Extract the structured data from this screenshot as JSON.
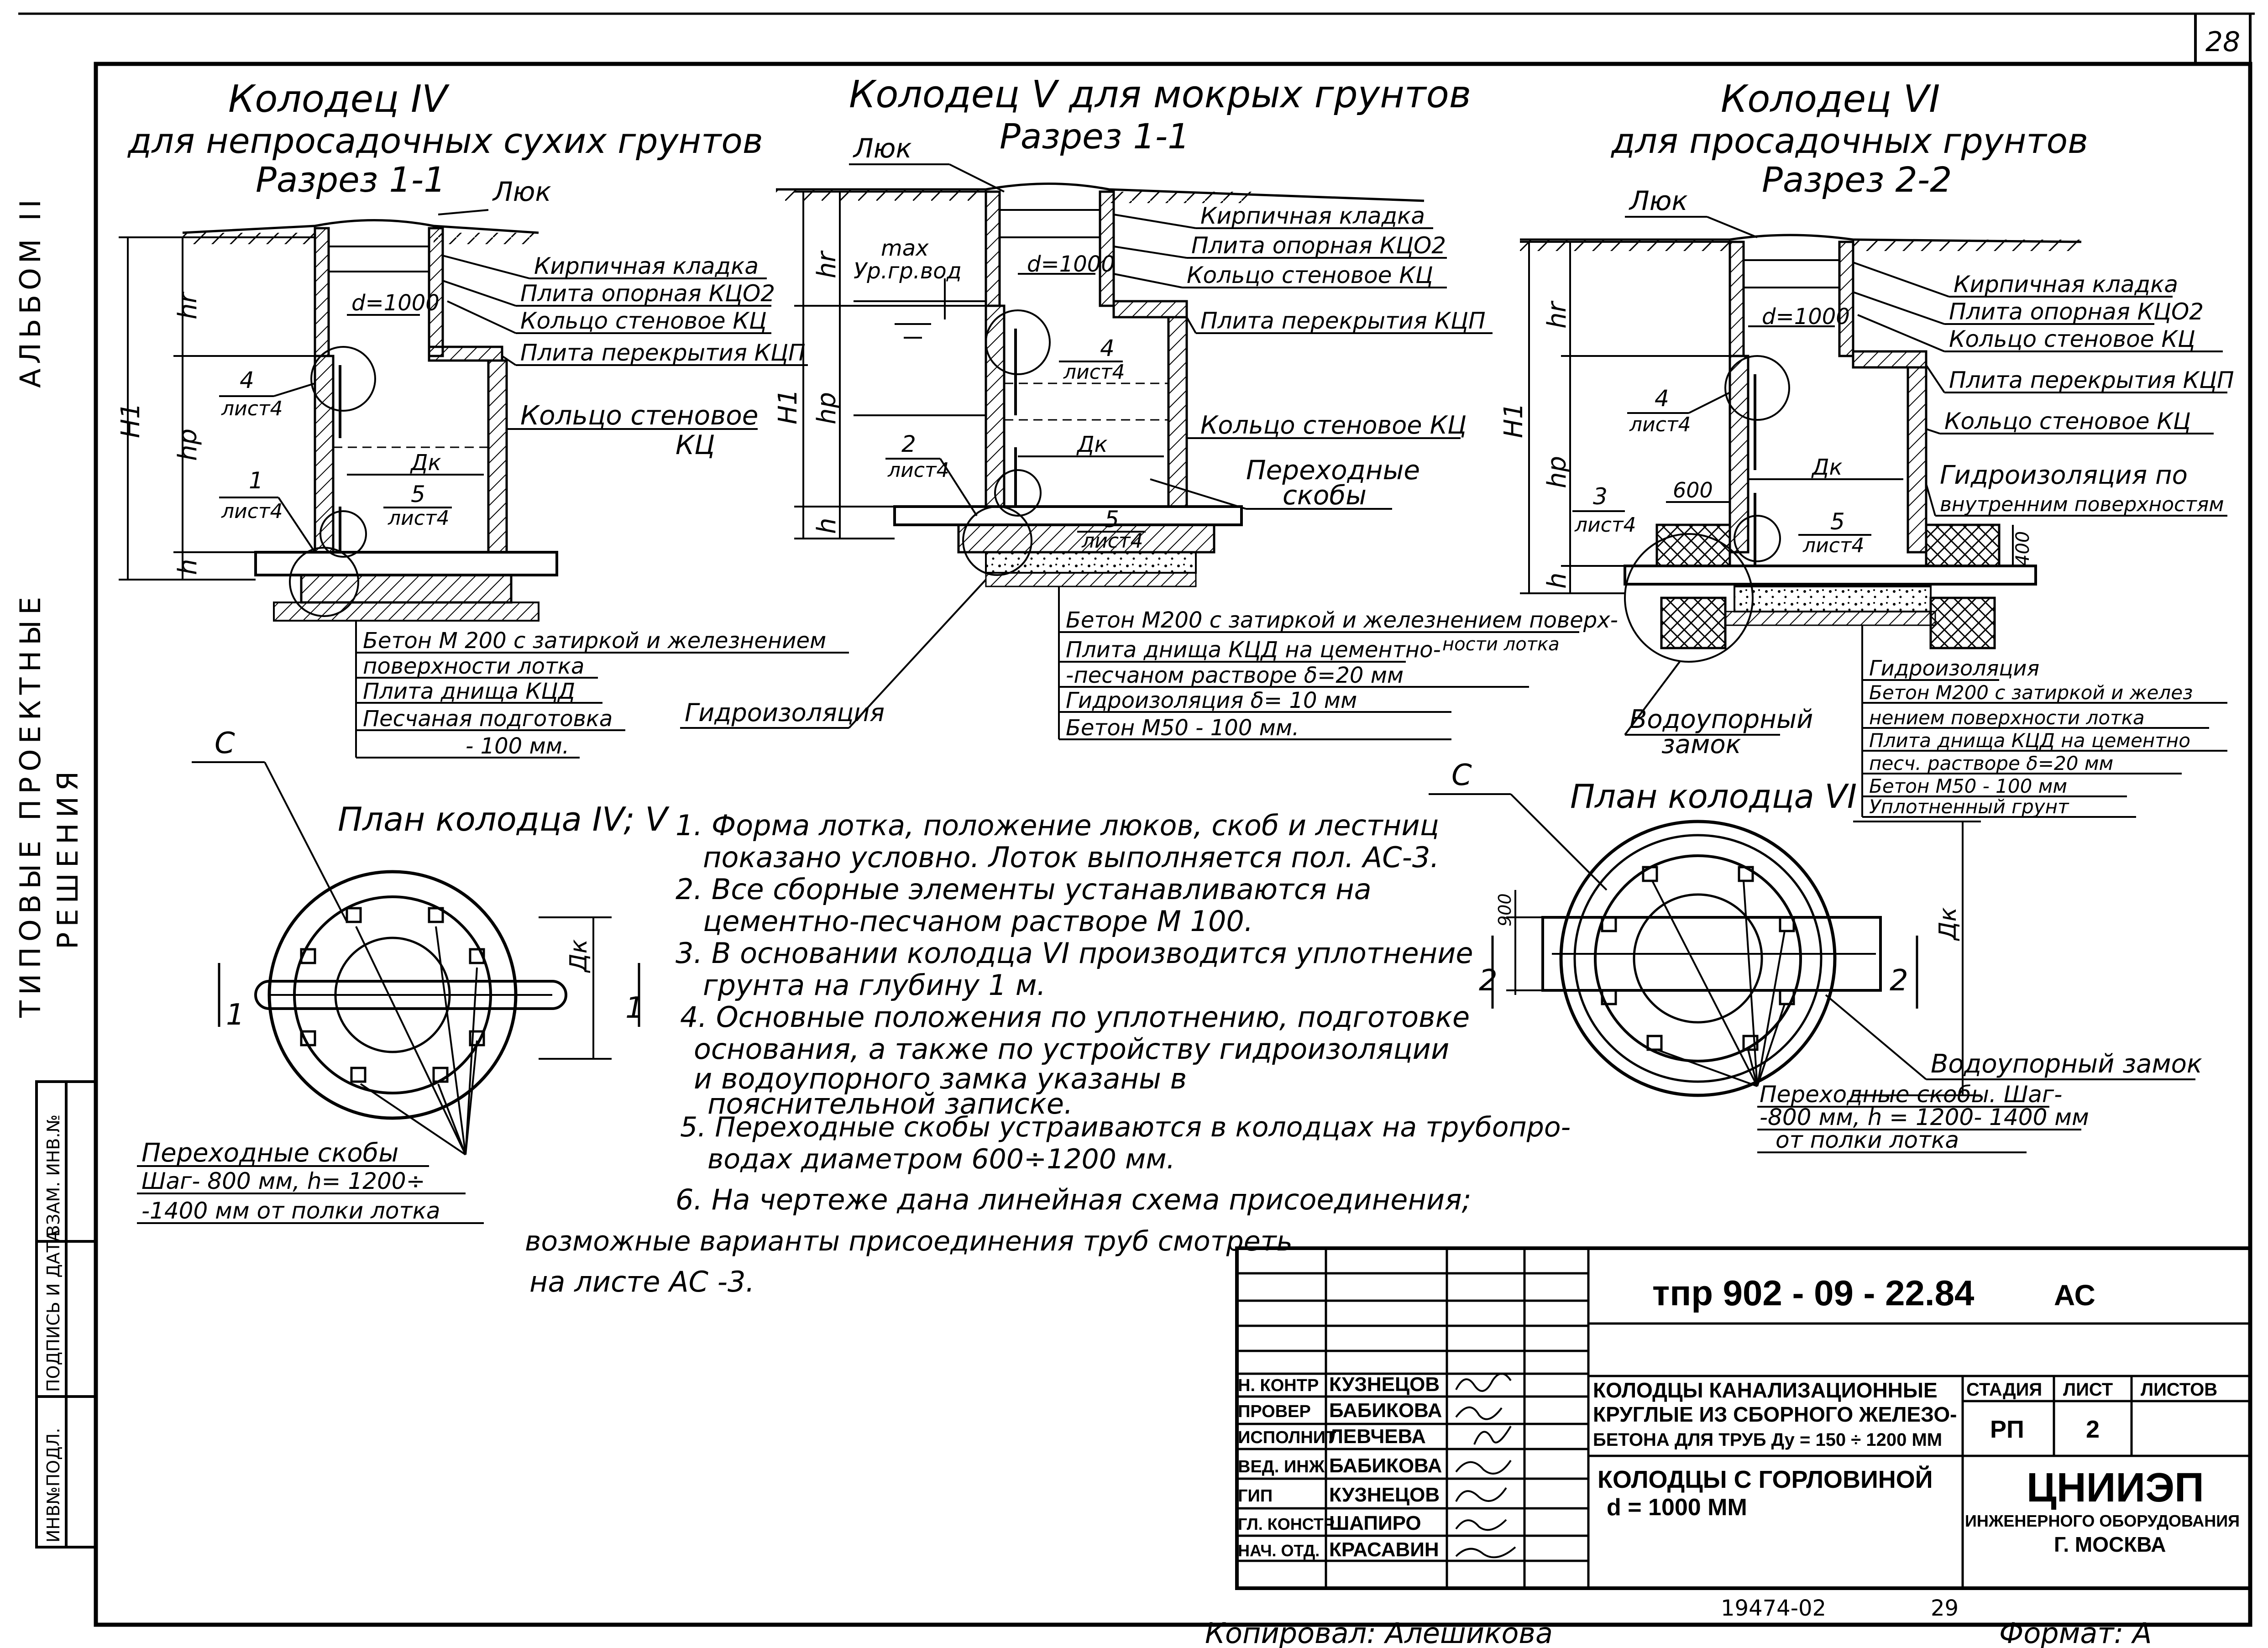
{
  "sheet": {
    "page_number": "28",
    "margin_top": "АЛЬБОМ II",
    "margin_middle_1": "ТИПОВЫЕ  ПРОЕКТНЫЕ",
    "margin_middle_2": "РЕШЕНИЯ",
    "stamp_boxes": [
      "ИНВ№ПОДЛ.",
      "ПОДПИСЬ И ДАТА",
      "ВЗАМ. ИНВ.№"
    ],
    "copied_by": "Копировал: Алешикова",
    "format": "Формат: А",
    "archive_number": "19474-02",
    "archive_page": "29"
  },
  "well4": {
    "title": "Колодец IV",
    "subtitle": "для непросадочных сухих грунтов",
    "section": "Разрез 1-1",
    "luk": "Люк",
    "labels": [
      "Кирпичная кладка",
      "Плита опорная КЦО2",
      "Кольцо стеновое КЦ",
      "Плита перекрытия КЦП",
      "Кольцо стеновое",
      "КЦ"
    ],
    "d": "d=1000",
    "dk": "Дк",
    "hr": "hr",
    "hp": "hp",
    "h": "h",
    "H1": "H1",
    "ref4_num": "4",
    "ref4_sheet": "лист4",
    "ref1_num": "1",
    "ref1_sheet": "лист4",
    "ref5_num": "5",
    "ref5_sheet": "лист4",
    "base_notes": [
      "Бетон М 200 с затиркой и железнением",
      "поверхности лотка",
      "Плита днища КЦД",
      "Песчаная подготовка",
      "- 100 мм."
    ]
  },
  "well5": {
    "title": "Колодец V для мокрых грунтов",
    "section": "Разрез 1-1",
    "luk": "Люк",
    "max": "max",
    "water": "Ур.гр.вод",
    "labels": [
      "Кирпичная кладка",
      "Плита опорная КЦО2",
      "Кольцо стеновое КЦ",
      "Плита перекрытия КЦП",
      "Кольцо стеновое КЦ",
      "Переходные",
      "скобы"
    ],
    "d": "d=1000",
    "dk": "Дк",
    "hr": "hr",
    "hp": "hp",
    "h": "h",
    "H1": "H1",
    "ref4_num": "4",
    "ref4_sheet": "лист4",
    "ref2_num": "2",
    "ref2_sheet": "лист4",
    "ref5_num": "5",
    "ref5_sheet": "лист4",
    "hydro": "Гидроизоляция",
    "base_notes": [
      "Бетон М200 с затиркой и железнением поверх-",
      "ности лотка",
      "Плита днища КЦД на цементно-",
      "-песчаном растворе  δ=20 мм",
      "Гидроизоляция   δ= 10 мм",
      "Бетон  М50    -   100  мм."
    ]
  },
  "well6": {
    "title": "Колодец VI",
    "subtitle": "для просадочных грунтов",
    "section": "Разрез 2-2",
    "luk": "Люк",
    "labels": [
      "Кирпичная кладка",
      "Плита опорная КЦО2",
      "Кольцо стеновое КЦ",
      "Плита перекрытия КЦП",
      "Кольцо стеновое КЦ",
      "Гидроизоляция по",
      "внутренним поверхностям"
    ],
    "d": "d=1000",
    "dk": "Дк",
    "dim600": "600",
    "dim400": "400",
    "hr": "hr",
    "hp": "hp",
    "h": "h",
    "H1": "H1",
    "ref4_num": "4",
    "ref4_sheet": "лист4",
    "ref3_num": "3",
    "ref3_sheet": "лист4",
    "ref5_num": "5",
    "ref5_sheet": "лист4",
    "lock": [
      "Водоупорный",
      "замок"
    ],
    "base_notes": [
      "Гидроизоляция",
      "Бетон М200 с затиркой и желез",
      "нением поверхности лотка",
      "Плита днища КЦД на цементно",
      "песч. растворе δ=20 мм",
      "Бетон М50 - 100 мм",
      "Уплотненный  грунт"
    ]
  },
  "plan45": {
    "title": "План колодца IV; V",
    "c": "С",
    "dk": "Дк",
    "cut_left": "1",
    "cut_right": "1",
    "notes": [
      "Переходные  скобы",
      "Шаг- 800 мм,  h= 1200÷",
      "-1400 мм от полки лотка"
    ]
  },
  "plan6": {
    "title": "План колодца VI",
    "c": "С",
    "dk": "Дк",
    "dim": "900",
    "cut_left": "2",
    "cut_right": "2",
    "lock": "Водоупорный замок",
    "notes": [
      "Переходные скобы. Шаг-",
      "-800 мм,  h = 1200- 1400 мм",
      "от  полки  лотка"
    ]
  },
  "notes": [
    "1. Форма лотка, положение люков, скоб и  лестниц",
    "показано условно. Лоток выполняется  пол. АС-3.",
    "2. Все сборные элементы устанавливаются  на",
    "цементно-песчаном  растворе   М 100.",
    "3. В основании колодца VI производится уплотнение",
    "грунта на глубину 1 м.",
    "4. Основные положения по уплотнению, подготовке",
    "основания, а также  по устройству гидроизоляции",
    "и водоупорного  замка   указаны   в",
    "пояснительной   записке.",
    "5. Переходные скобы устраиваются в колодцах на трубопро-",
    "водах диаметром 600÷1200 мм.",
    "6. На чертеже дана линейная схема присоединения;",
    "возможные варианты присоединения труб смотреть",
    "на листе АС -3."
  ],
  "title_block": {
    "code": "тпр 902 - 09 - 22.84",
    "code_suffix": "АС",
    "roles": [
      "Н. КОНТР",
      "ПРОВЕР",
      "ИСПОЛНИТ",
      "ВЕД. ИНЖ",
      "ГИП",
      "ГЛ. КОНСТР",
      "НАЧ. ОТД."
    ],
    "names": [
      "КУЗНЕЦОВ",
      "БАБИКОВА",
      "ЛЕВЧЕВА",
      "БАБИКОВА",
      "КУЗНЕЦОВ",
      "ШАПИРО",
      "КРАСАВИН"
    ],
    "desc_1": "КОЛОДЦЫ КАНАЛИЗАЦИОННЫЕ",
    "desc_2": "КРУГЛЫЕ ИЗ СБОРНОГО ЖЕЛЕЗО-",
    "desc_3": "БЕТОНА ДЛЯ ТРУБ Ду = 150 ÷ 1200 ММ",
    "sheet_title_1": "КОЛОДЦЫ С ГОРЛОВИНОЙ",
    "sheet_title_2": "d = 1000 ММ",
    "stage_label": "СТАДИЯ",
    "sheet_label": "ЛИСТ",
    "sheets_label": "ЛИСТОВ",
    "stage": "РП",
    "sheet": "2",
    "org_1": "ЦНИИЭП",
    "org_2": "ИНЖЕНЕРНОГО ОБОРУДОВАНИЯ",
    "org_3": "Г. МОСКВА"
  }
}
